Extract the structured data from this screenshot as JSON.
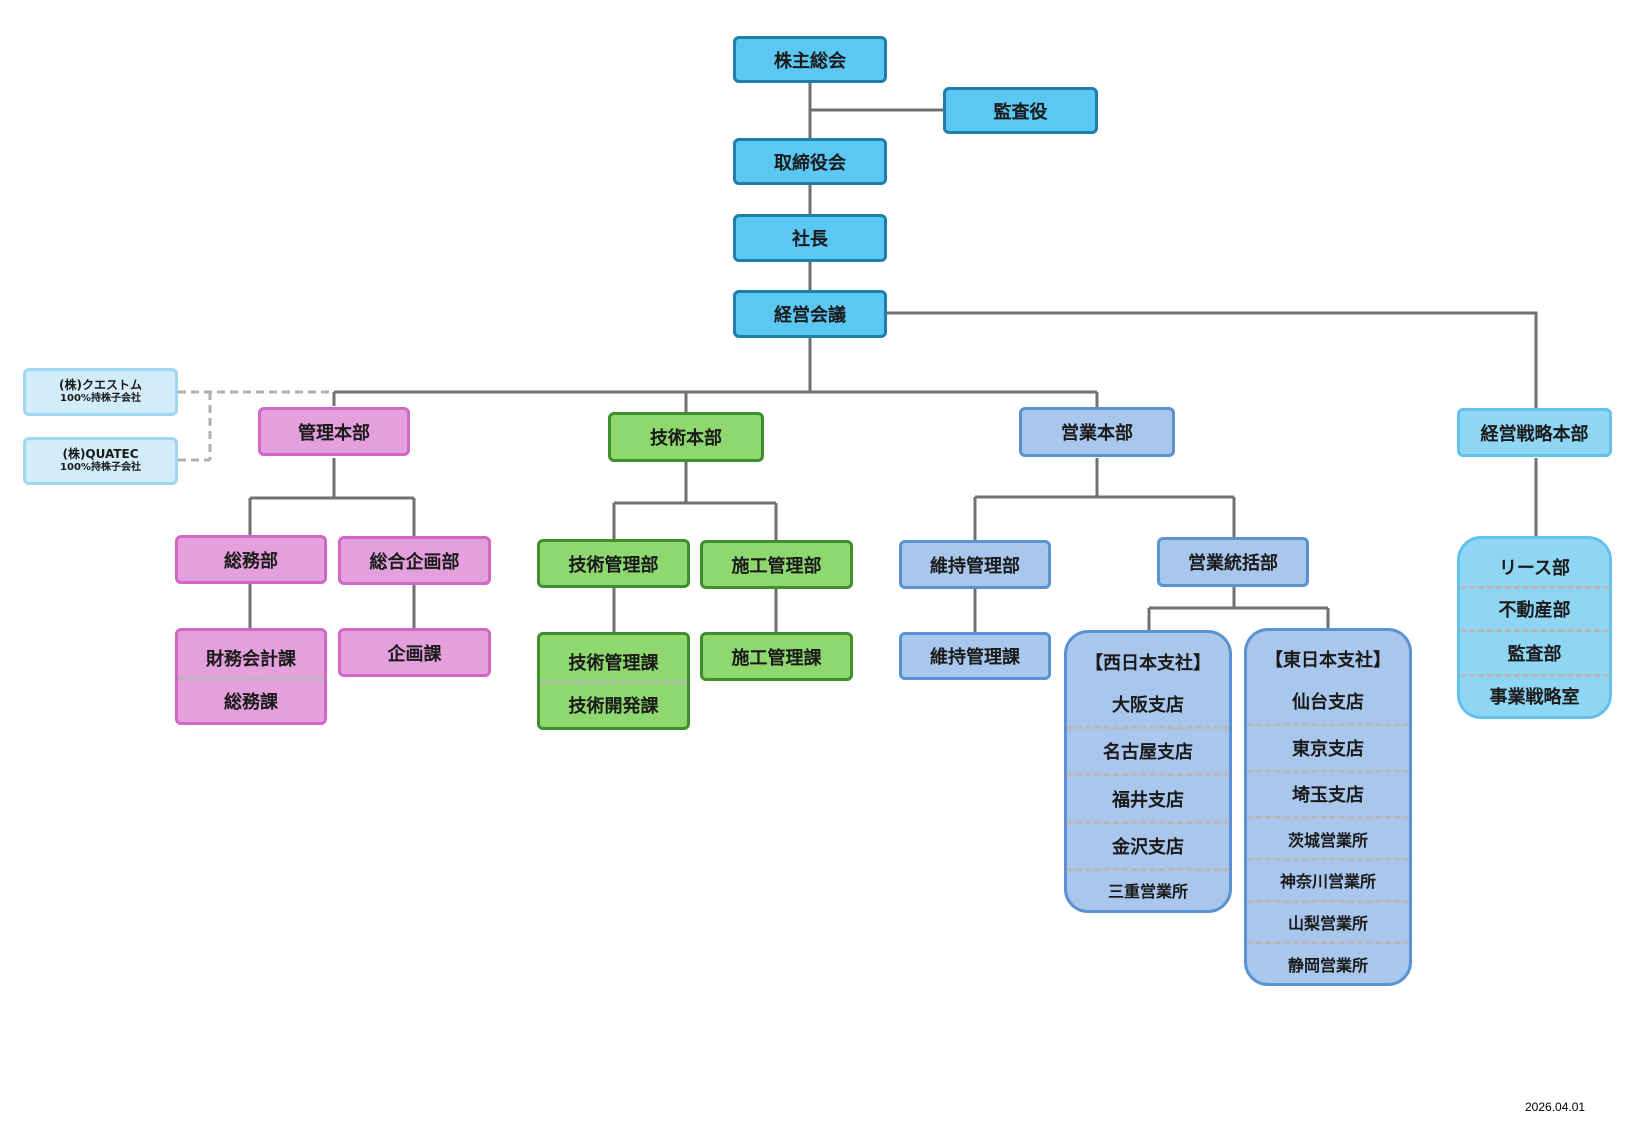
{
  "board": {
    "shareholders": "株主総会",
    "auditor": "監査役",
    "board_of_directors": "取締役会",
    "president": "社長",
    "management_meeting": "経営会議"
  },
  "subsidiaries": [
    {
      "name": "(株)クエストム",
      "note": "100%持株子会社"
    },
    {
      "name": "(株)QUATEC",
      "note": "100%持株子会社"
    }
  ],
  "admin": {
    "title": "管理本部",
    "general_affairs": "総務部",
    "planning_dept": "総合企画部",
    "finance_section": "財務会計課",
    "general_section": "総務課",
    "planning_section": "企画課"
  },
  "tech": {
    "title": "技術本部",
    "tech_mgmt_dept": "技術管理部",
    "construction_dept": "施工管理部",
    "tech_mgmt_section": "技術管理課",
    "tech_dev_section": "技術開発課",
    "construction_section": "施工管理課"
  },
  "sales": {
    "title": "営業本部",
    "maintenance_dept": "維持管理部",
    "maintenance_section": "維持管理課",
    "supervision_dept": "営業統括部",
    "west": {
      "title": "【西日本支社】",
      "branches": [
        "大阪支店",
        "名古屋支店",
        "福井支店",
        "金沢支店",
        "三重営業所"
      ]
    },
    "east": {
      "title": "【東日本支社】",
      "branches": [
        "仙台支店",
        "東京支店",
        "埼玉支店",
        "茨城営業所",
        "神奈川営業所",
        "山梨営業所",
        "静岡営業所"
      ]
    }
  },
  "strategy": {
    "title": "経営戦略本部",
    "units": [
      "リース部",
      "不動産部",
      "監査部",
      "事業戦略室"
    ]
  },
  "date": "2026.04.01"
}
